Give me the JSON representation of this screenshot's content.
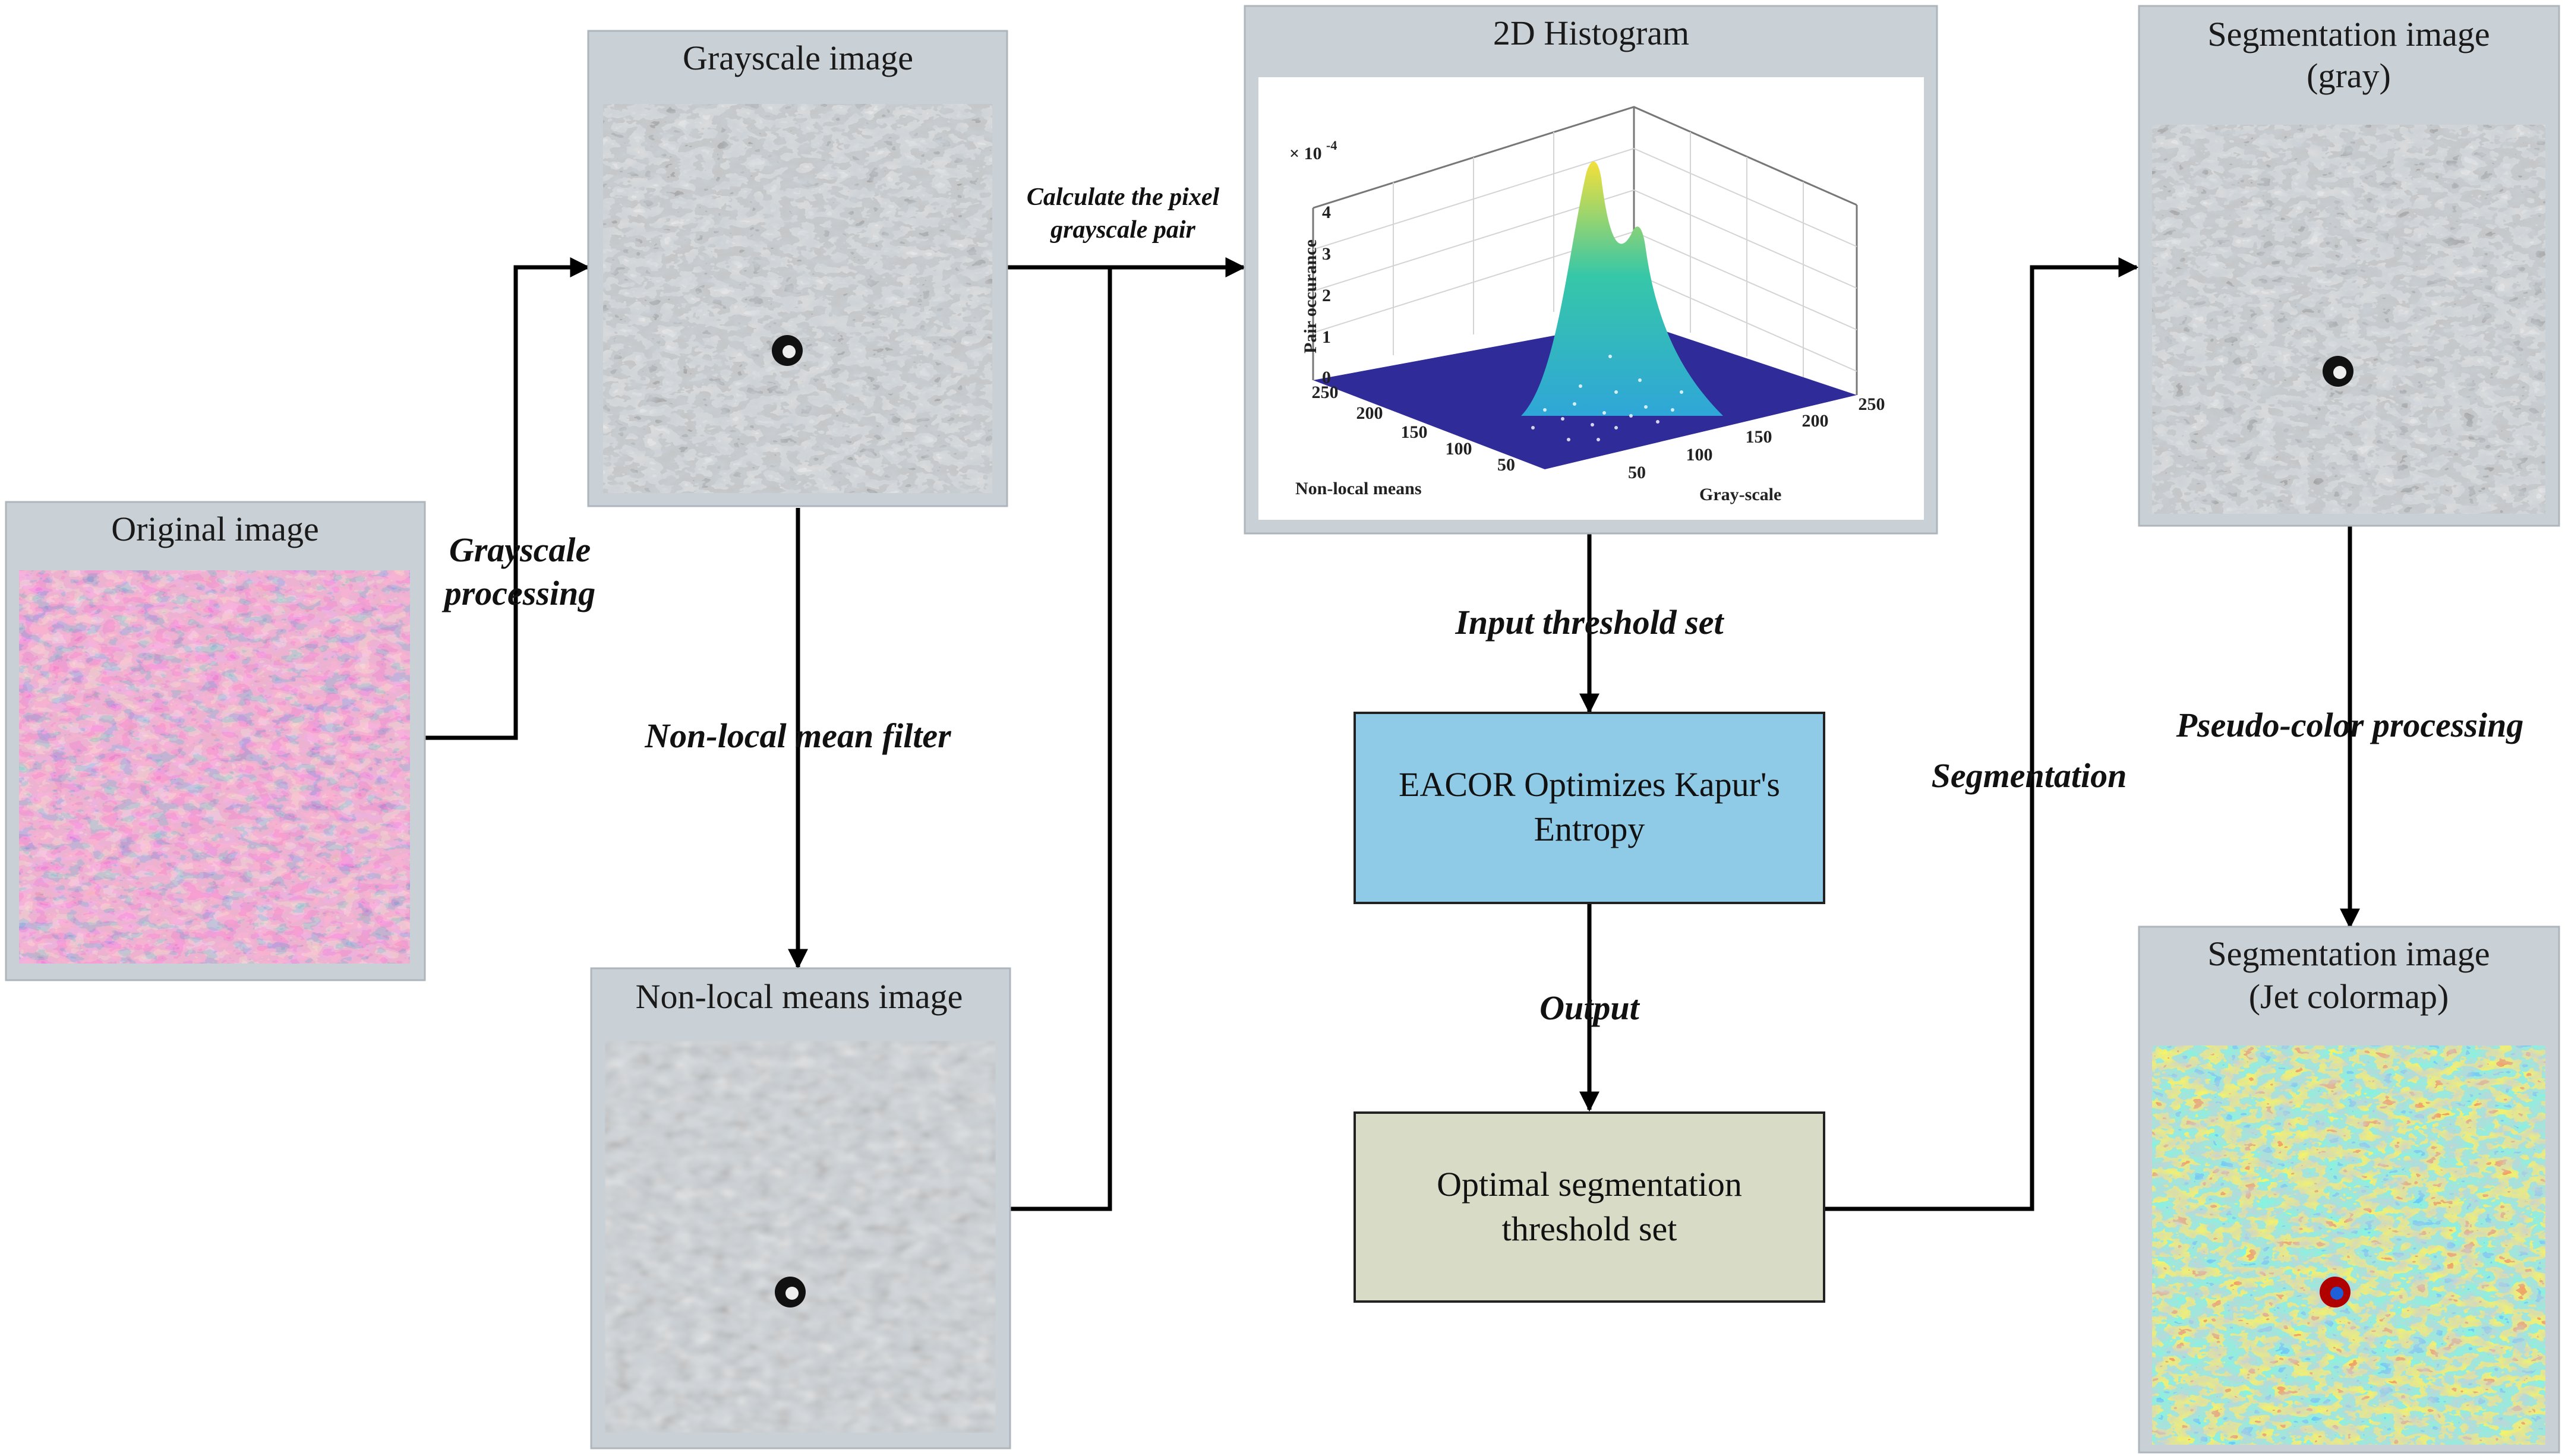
{
  "panels": {
    "original": {
      "title": "Original image"
    },
    "grayscale": {
      "title": "Grayscale image"
    },
    "nonlocal": {
      "title": "Non-local means image"
    },
    "histogram": {
      "title": "2D Histogram",
      "scale": "× 10",
      "scale_exp": "-4",
      "zlabel": "Pair occurance",
      "xlabel": "Gray-scale",
      "ylabel": "Non-local means",
      "z_ticks": [
        "0",
        "1",
        "2",
        "3",
        "4"
      ],
      "x_ticks": [
        "50",
        "100",
        "150",
        "200",
        "250"
      ],
      "y_ticks": [
        "250",
        "200",
        "150",
        "100",
        "50"
      ]
    },
    "seg_gray": {
      "title_line1": "Segmentation image",
      "title_line2": "(gray)"
    },
    "seg_jet": {
      "title_line1": "Segmentation image",
      "title_line2": "(Jet colormap)"
    }
  },
  "edges": {
    "grayscale_processing_1": "Grayscale",
    "grayscale_processing_2": "processing",
    "nonlocal_filter": "Non-local mean filter",
    "calc_pair_1": "Calculate the pixel",
    "calc_pair_2": "grayscale pair",
    "input_threshold": "Input threshold set",
    "output": "Output",
    "segmentation": "Segmentation",
    "pseudo_color": "Pseudo-color processing"
  },
  "boxes": {
    "eacor": {
      "line1": "EACOR Optimizes Kapur's",
      "line2": "Entropy",
      "fill": "#8fcae6"
    },
    "optimal": {
      "line1": "Optimal segmentation",
      "line2": "threshold set",
      "fill": "#d8dcc6"
    }
  },
  "colors": {
    "panel_frame": "#c9d0d6",
    "tissue_pink": "#e27aa6",
    "nuclei_purple": "#5b3f86",
    "surface_base": "#2f2c9a"
  }
}
